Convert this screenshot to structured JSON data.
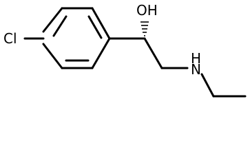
{
  "molecule": {
    "atoms": {
      "chlorine": "Cl",
      "hydroxyl": "OH",
      "nitrogen": "N",
      "nitrogen_hydrogen": "H"
    },
    "stereocenter_bond": "hashed-wedge"
  }
}
